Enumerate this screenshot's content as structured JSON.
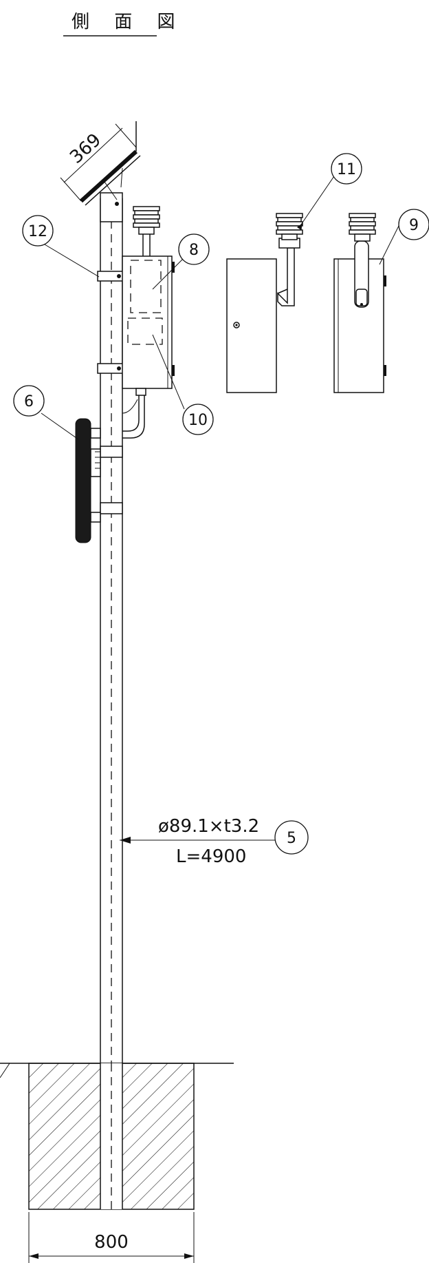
{
  "title": "側 面 図",
  "dimensions": {
    "panel_width": "369",
    "pipe_spec": "ø89.1×t3.2",
    "pipe_length": "L=4900",
    "foundation_width": "800"
  },
  "callouts": {
    "c5": "5",
    "c6": "6",
    "c8": "8",
    "c9": "9",
    "c10": "10",
    "c11": "11",
    "c12": "12"
  }
}
